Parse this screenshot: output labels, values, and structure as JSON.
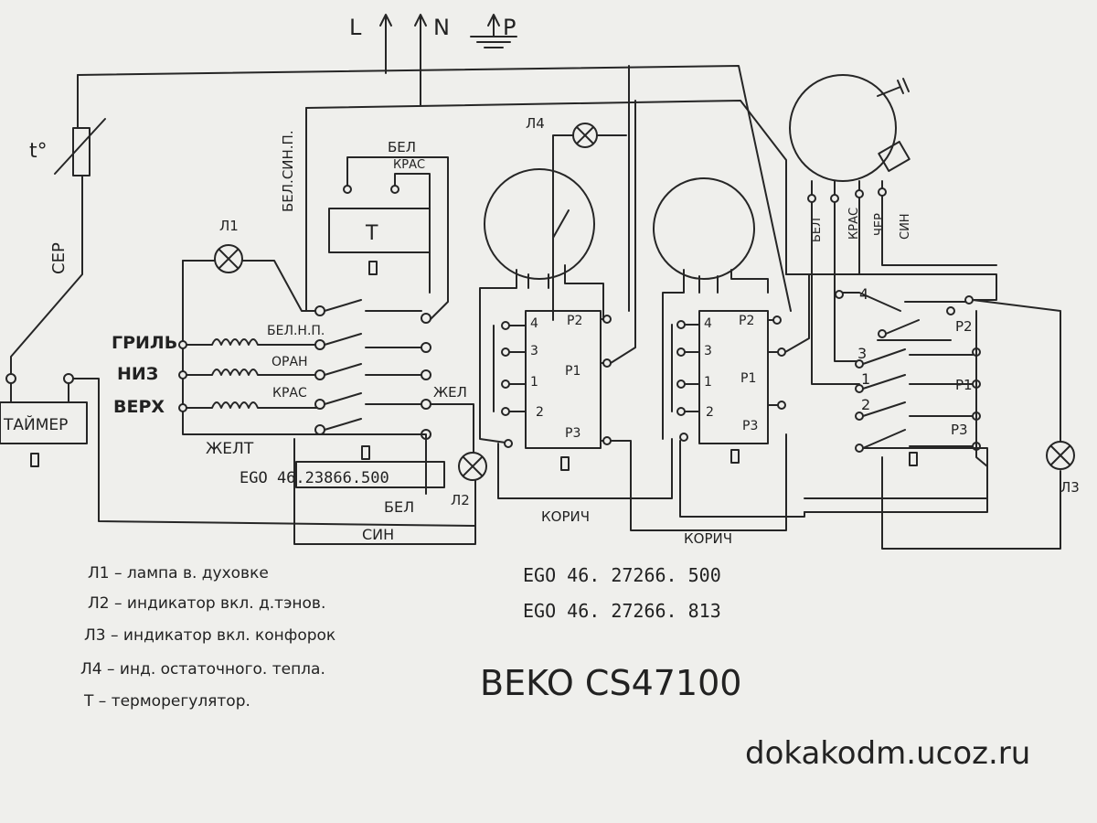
{
  "supply": {
    "l": "L",
    "n": "N",
    "p": "P"
  },
  "thermostat_label": "t°",
  "wire_colors": {
    "ser": "СЕР",
    "bel_sin_np": "БЕЛ.СИН.П.",
    "bel_top": "БЕЛ",
    "kras_top": "КРАС",
    "bel_np": "БЕЛ.Н.П.",
    "oran": "ОРАН",
    "kras": "КРАС",
    "zhel_right": "ЖЕЛ",
    "zhelt": "ЖЕЛТ",
    "bel_bottom": "БЕЛ",
    "sin_bottom": "СИН",
    "korich1": "КОРИЧ",
    "korich2": "КОРИЧ",
    "mot_bel": "БЕЛ",
    "mot_kras": "КРАС",
    "mot_cher": "ЧЕР",
    "mot_sin": "СИН"
  },
  "elements": {
    "grill": "ГРИЛЬ",
    "niz": "НИЗ",
    "verh": "ВЕРХ",
    "timer": "ТАЙМЕР",
    "t_box": "Т",
    "l1": "Л1",
    "l2": "Л2",
    "l3": "Л3",
    "l4": "Л4",
    "ego_oven": "EGO 46.23866.500"
  },
  "switch_labels": {
    "sw1": [
      "4",
      "3",
      "1",
      "2"
    ],
    "sw1_p": [
      "P2",
      "P1",
      "P3"
    ],
    "sw2": [
      "4",
      "3",
      "1",
      "2"
    ],
    "sw2_p": [
      "P2",
      "P1",
      "P3"
    ],
    "sw3": [
      "4",
      "3",
      "1",
      "2"
    ],
    "sw3_p": [
      "P2",
      "P1",
      "P3"
    ]
  },
  "legend": {
    "l1": "Л1 – лампа в. духовке",
    "l2": "Л2 – индикатор вкл. д.тэнов.",
    "l3": "Л3 – индикатор вкл. конфорок",
    "l4": "Л4 – инд. остаточного. тепла.",
    "t": "Т – терморегулятор."
  },
  "ego_codes": {
    "a": "EGO 46. 27266. 500",
    "b": "EGO 46. 27266. 813"
  },
  "model": "BEKO CS47100",
  "website": "dokakodm.ucoz.ru"
}
